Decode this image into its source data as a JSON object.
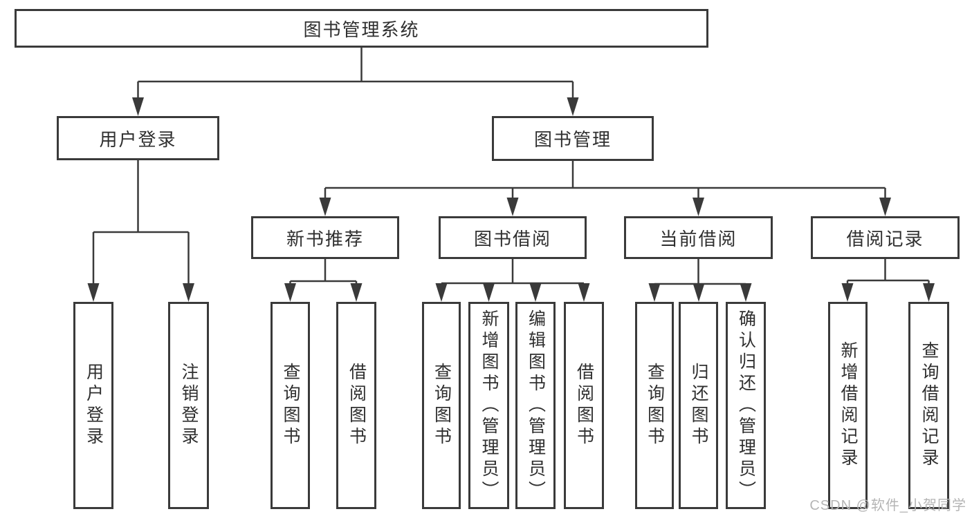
{
  "colors": {
    "line": "#3a3a3a",
    "border": "#3a3a3a",
    "text": "#2f2f2f",
    "watermark_text": "#b5b5b5",
    "background": "#ffffff"
  },
  "watermark": {
    "text": "CSDN @软件_小贺同学"
  },
  "tree": {
    "root": {
      "label": "图书管理系统"
    },
    "level2": [
      {
        "label": "用户登录"
      },
      {
        "label": "图书管理"
      }
    ],
    "level3": [
      {
        "label": "新书推荐"
      },
      {
        "label": "图书借阅"
      },
      {
        "label": "当前借阅"
      },
      {
        "label": "借阅记录"
      }
    ],
    "leaves": {
      "user_login": [
        {
          "label": "用户登录"
        },
        {
          "label": "注销登录"
        }
      ],
      "new_book_recommend": [
        {
          "label": "查询图书"
        },
        {
          "label": "借阅图书"
        }
      ],
      "book_borrowing": [
        {
          "label": "查询图书"
        },
        {
          "label": "新增图书（管理员）"
        },
        {
          "label": "编辑图书（管理员）"
        },
        {
          "label": "借阅图书"
        }
      ],
      "current_borrowing": [
        {
          "label": "查询图书"
        },
        {
          "label": "归还图书"
        },
        {
          "label": "确认归还（管理员）"
        }
      ],
      "borrowing_records": [
        {
          "label": "新增借阅记录"
        },
        {
          "label": "查询借阅记录"
        }
      ]
    }
  }
}
